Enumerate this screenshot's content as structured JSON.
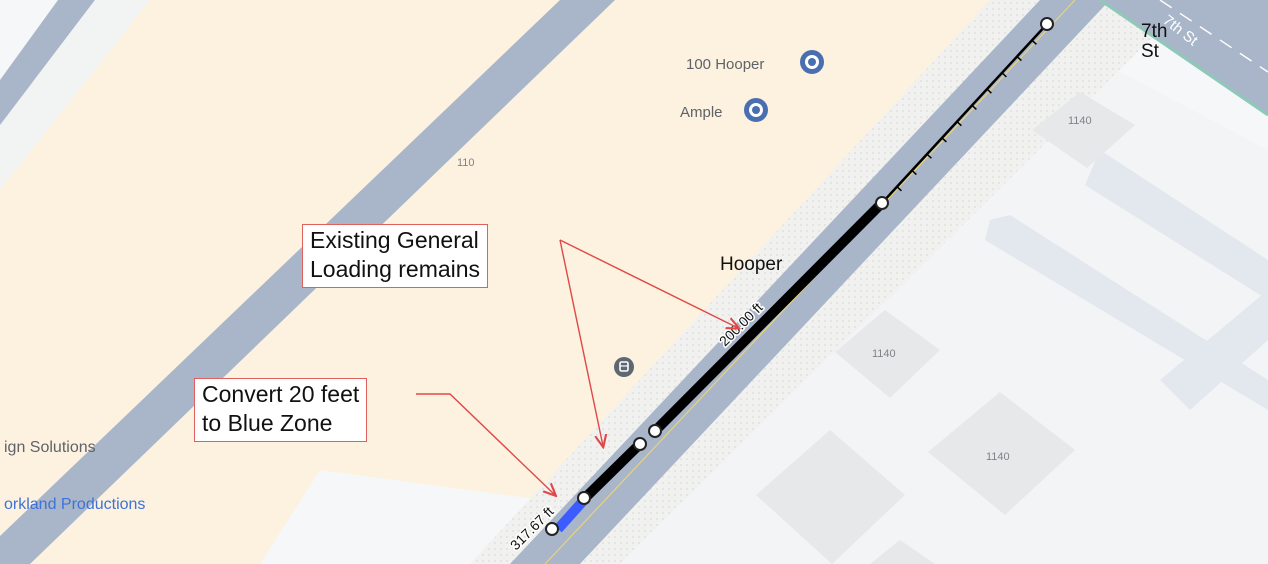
{
  "map": {
    "street_labels": {
      "hooper": "Hooper",
      "seventh_line1": "7th",
      "seventh_line2": "St",
      "seventh_rotated": "7th St"
    },
    "pois": {
      "hooper100": "100 Hooper",
      "ample": "Ample"
    },
    "businesses": {
      "design": "ign Solutions",
      "workland": "orkland Productions"
    },
    "building_numbers": {
      "b110": "110",
      "b1140_a": "1140",
      "b1140_b": "1140",
      "b1140_c": "1140"
    },
    "measurements": {
      "seg_long": "200.00 ft",
      "seg_short": "317.67 ft"
    },
    "callouts": {
      "general_loading_line1": "Existing General",
      "general_loading_line2": "Loading remains",
      "blue_zone_line1": "Convert 20 feet",
      "blue_zone_line2": "to Blue Zone"
    },
    "colors": {
      "curb_black": "#000000",
      "blue_zone": "#3d5cff",
      "annotation_red": "#e04848",
      "road": "#a9b6c9",
      "block": "#fcf2df",
      "poi_blue": "#4a6fb0"
    }
  }
}
